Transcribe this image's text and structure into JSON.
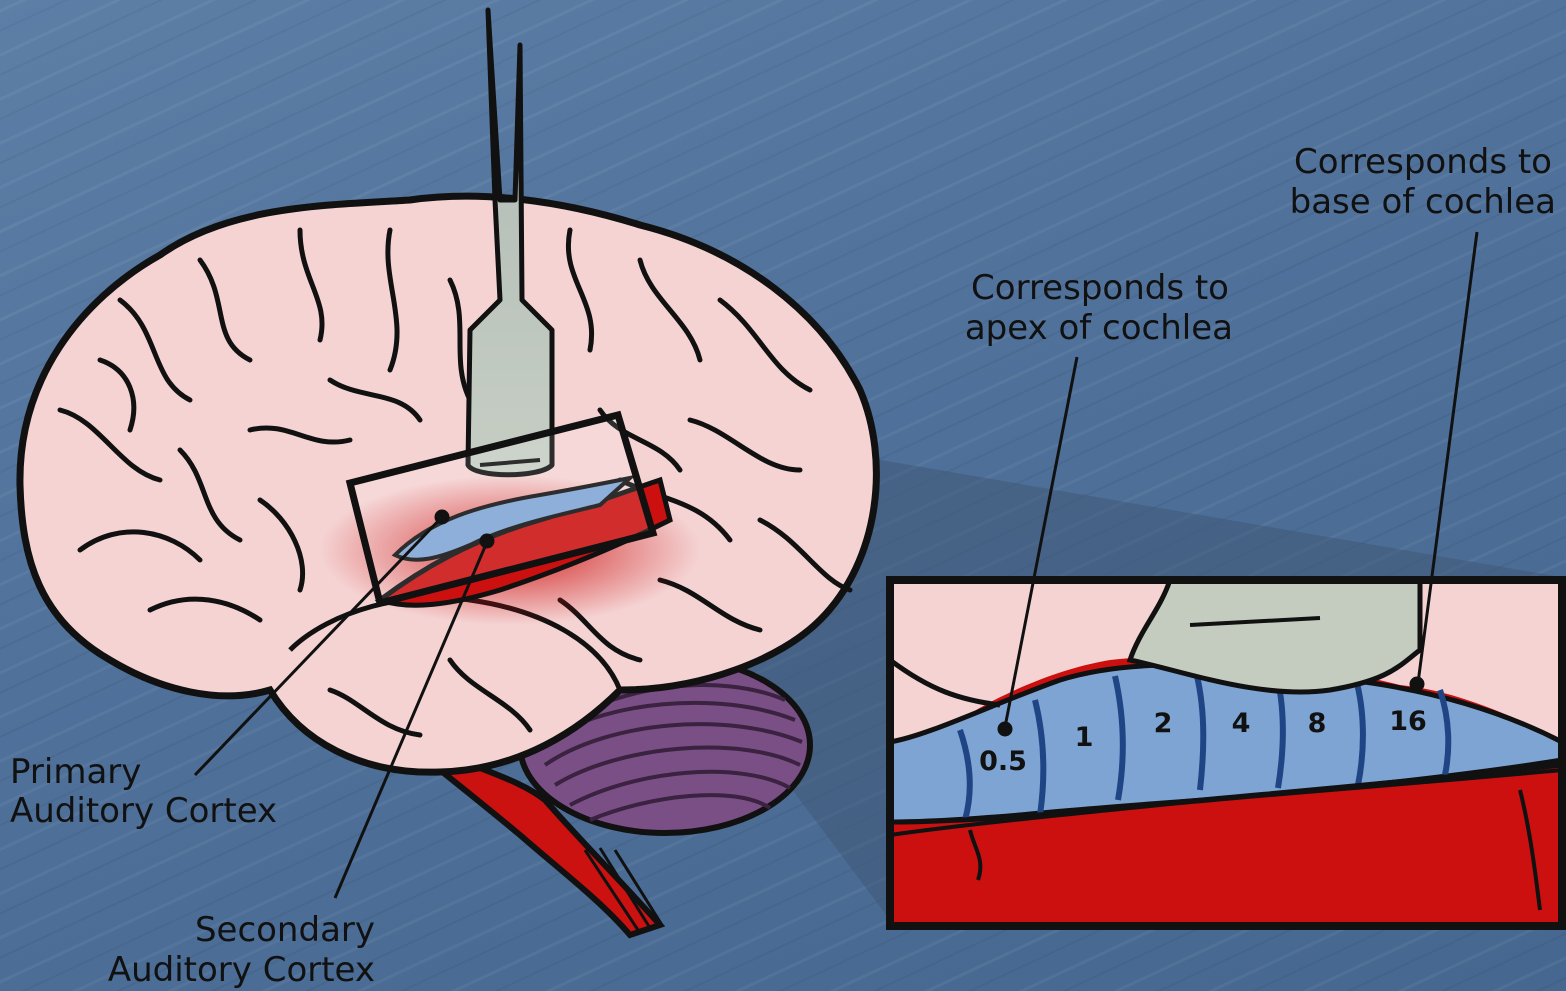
{
  "labels": {
    "base": [
      "Corresponds to",
      "base of cochlea"
    ],
    "apex": [
      "Corresponds to",
      "apex of cochlea"
    ],
    "primary": [
      "Primary",
      "Auditory Cortex"
    ],
    "secondary": [
      "Secondary",
      "Auditory Cortex"
    ]
  },
  "tonotopic_scale": [
    "0.5",
    "1",
    "2",
    "4",
    "8",
    "16"
  ],
  "colors": {
    "background": "#52749c",
    "brain": "#f5d3d3",
    "primary_cortex": "#7ea4d4",
    "secondary_cortex": "#cc1010",
    "cerebellum": "#7a4f86",
    "brainstem": "#cc1111",
    "probe": "#c4ccc0"
  }
}
